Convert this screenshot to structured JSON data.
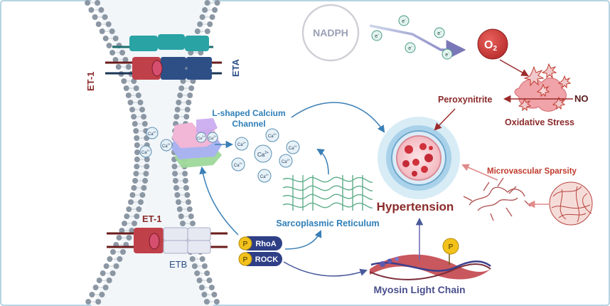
{
  "labels": {
    "nadph": "NADPH",
    "o2_main": "O",
    "o2_sub": "2",
    "electron": "e",
    "electron_sup": "-",
    "no": "NO",
    "peroxynitrite": "Peroxynitrite",
    "oxidative_stress": "Oxidative Stress",
    "et1_top": "ET-1",
    "eta": "ETA",
    "calcium_channel_line1": "L-shaped Calcium",
    "calcium_channel_line2": "Channel",
    "hypertension": "Hypertension",
    "microvascular_sparsity": "Microvascular Sparsity",
    "sarcoplasmic_reticulum": "Sarcoplasmic Reticulum",
    "et1_bottom": "ET-1",
    "etb": "ETB",
    "p": "P",
    "rhoa": "RhoA",
    "rock": "ROCK",
    "myosin_light_chain": "Myosin Light Chain",
    "ca": "Ca",
    "ca_sup": "2+"
  },
  "colors": {
    "receptor_red": "#c0404a",
    "receptor_navy": "#2d4f86",
    "receptor_teal": "#2aa3a5",
    "membrane_dot": "#8c97a4",
    "calcium_fill": "#e7f1f8",
    "hypertension_text": "#8b2a2a",
    "oxidative_red": "#c0392b",
    "sr_label_blue": "#2f7fb8",
    "myosin_label": "#4a4f8c",
    "rho_blue": "#2f3f86",
    "phospho_yellow": "#f2c21b"
  }
}
